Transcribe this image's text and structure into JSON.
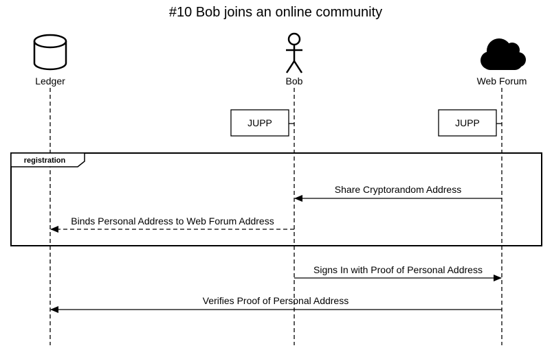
{
  "title": "#10 Bob joins an online community",
  "participants": [
    {
      "label": "Ledger",
      "icon": "database-cylinder-icon"
    },
    {
      "label": "Bob",
      "icon": "stick-figure-icon"
    },
    {
      "label": "Web Forum",
      "icon": "cloud-icon"
    }
  ],
  "notes": [
    {
      "text": "JUPP",
      "on": "Bob"
    },
    {
      "text": "JUPP",
      "on": "Web Forum"
    }
  ],
  "fragment": {
    "label": "registration"
  },
  "messages": [
    {
      "from": "Web Forum",
      "to": "Bob",
      "text": "Share Cryptorandom Address",
      "style": "solid"
    },
    {
      "from": "Bob",
      "to": "Ledger",
      "text": "Binds Personal Address to Web Forum Address",
      "style": "dashed"
    },
    {
      "from": "Bob",
      "to": "Web Forum",
      "text": "Signs In with Proof of Personal Address",
      "style": "solid"
    },
    {
      "from": "Web Forum",
      "to": "Ledger",
      "text": "Verifies Proof of Personal Address",
      "style": "solid"
    }
  ]
}
